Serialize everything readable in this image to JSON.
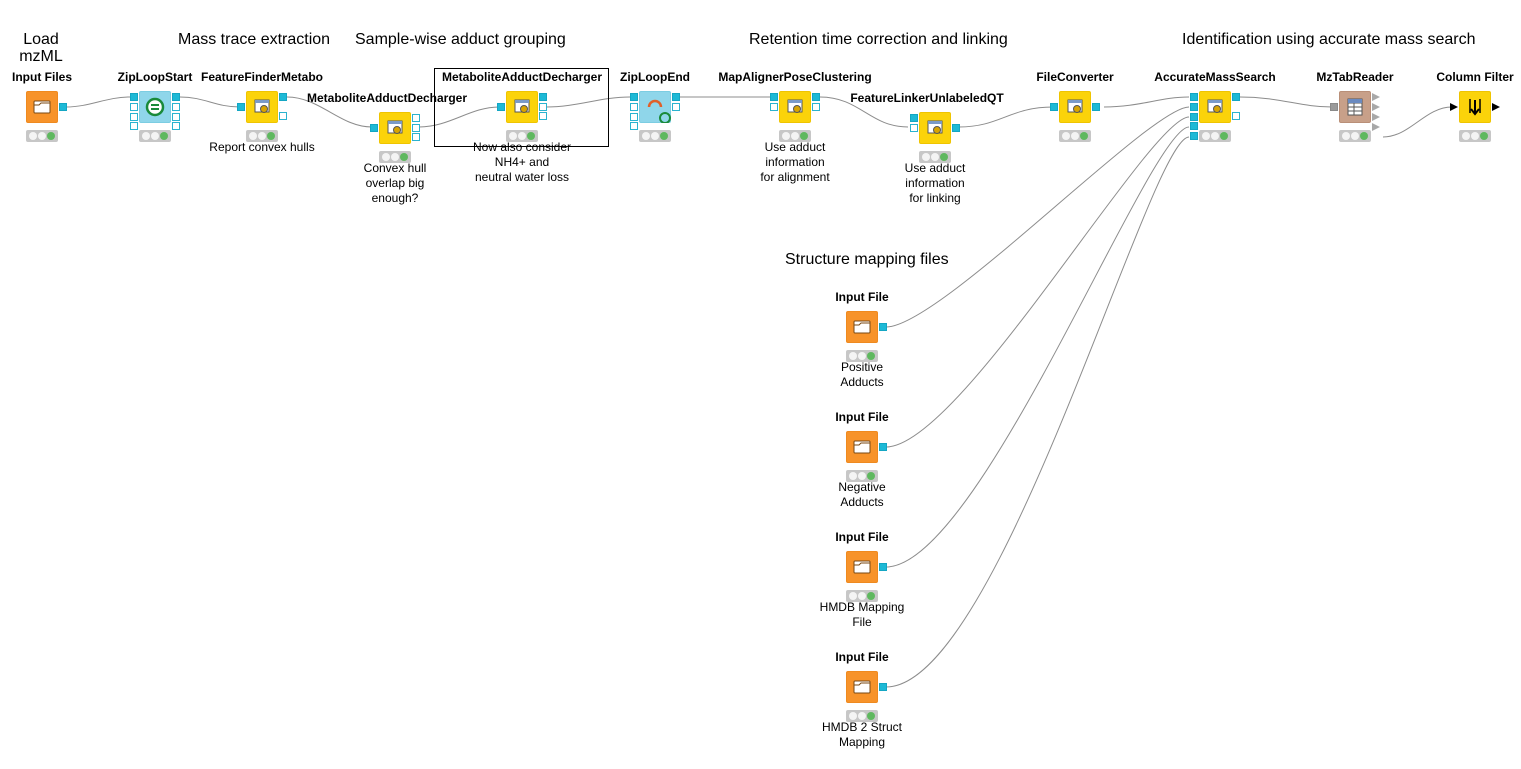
{
  "sections": {
    "load": "Load\nmzML",
    "mass_trace": "Mass trace extraction",
    "adduct_grouping": "Sample-wise adduct grouping",
    "rt_correction": "Retention time correction and linking",
    "identification": "Identification using accurate mass search",
    "structure_mapping": "Structure mapping files"
  },
  "nodes": {
    "input_files": {
      "title": "Input Files",
      "note": ""
    },
    "zip_loop_start": {
      "title": "ZipLoopStart",
      "note": ""
    },
    "feature_finder": {
      "title": "FeatureFinderMetabo",
      "note": "Report convex hulls"
    },
    "adduct_decharger_1": {
      "title": "MetaboliteAdductDecharger",
      "note": "Convex hull\noverlap big\nenough?"
    },
    "adduct_decharger_2": {
      "title": "MetaboliteAdductDecharger",
      "note": "Now also consider\nNH4+ and\nneutral water loss"
    },
    "zip_loop_end": {
      "title": "ZipLoopEnd",
      "note": ""
    },
    "map_aligner": {
      "title": "MapAlignerPoseClustering",
      "note": "Use adduct\ninformation\nfor alignment"
    },
    "feature_linker": {
      "title": "FeatureLinkerUnlabeledQT",
      "note": "Use adduct\ninformation\nfor linking"
    },
    "file_converter": {
      "title": "FileConverter",
      "note": ""
    },
    "accurate_mass_search": {
      "title": "AccurateMassSearch",
      "note": ""
    },
    "mztab_reader": {
      "title": "MzTabReader",
      "note": ""
    },
    "column_filter": {
      "title": "Column Filter",
      "note": ""
    },
    "input_file_pos": {
      "title": "Input File",
      "note": "Positive\nAdducts"
    },
    "input_file_neg": {
      "title": "Input File",
      "note": "Negative\nAdducts"
    },
    "input_file_hmdb": {
      "title": "Input File",
      "note": "HMDB Mapping\nFile"
    },
    "input_file_hmdb2": {
      "title": "Input File",
      "note": "HMDB 2 Struct\nMapping"
    }
  },
  "colors": {
    "reader_node": "#f7932a",
    "tool_node": "#fbd30a",
    "loop_node": "#8fd6ea",
    "mztab_node": "#c8a089",
    "port": "#1db9d6",
    "wire": "#8c8c8c",
    "status_ok": "#5fb85f"
  },
  "icons": {
    "input_files": "open-folder-icon",
    "zip_loop_start": "loop-start-icon",
    "tool_nodes": "tool-window-gear-icon",
    "zip_loop_end": "loop-end-icon",
    "mztab_reader": "table-icon",
    "column_filter": "column-filter-icon"
  }
}
